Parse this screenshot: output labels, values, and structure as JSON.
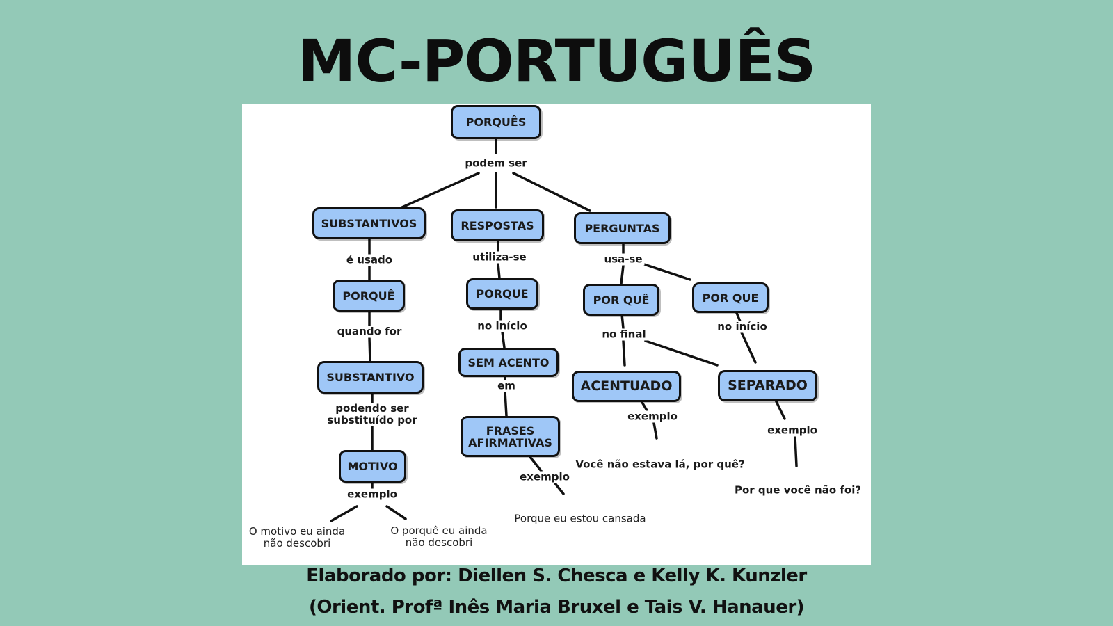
{
  "title": "MC-PORTUGUÊS",
  "nodes": {
    "porques": "PORQUÊS",
    "substantivos": "SUBSTANTIVOS",
    "respostas": "RESPOSTAS",
    "perguntas": "PERGUNTAS",
    "porque_acento": "PORQUÊ",
    "porque": "PORQUE",
    "por_que_acento": "POR QUÊ",
    "por_que": "POR QUE",
    "substantivo": "SUBSTANTIVO",
    "sem_acento": "SEM ACENTO",
    "acentuado": "ACENTUADO",
    "separado": "SEPARADO",
    "motivo": "MOTIVO",
    "frases_afirmativas": "FRASES AFIRMATIVAS"
  },
  "links": {
    "podem_ser": "podem ser",
    "e_usado": "é usado",
    "utiliza_se": "utiliza-se",
    "usa_se": "usa-se",
    "quando_for": "quando for",
    "no_inicio_1": "no início",
    "no_final": "no final",
    "no_inicio_2": "no início",
    "podendo_ser": "podendo ser substituído por",
    "em": "em",
    "exemplo_1": "exemplo",
    "exemplo_2": "exemplo",
    "exemplo_3": "exemplo",
    "exemplo_4": "exemplo"
  },
  "examples": {
    "motivo_1": "O motivo eu ainda não descobri",
    "motivo_2": "O porquê eu ainda não descobri",
    "cansada": "Porque eu estou cansada",
    "estava": "Você não estava lá, por quê?",
    "foi": "Por que você não foi?"
  },
  "credits": {
    "line1": "Elaborado por: Diellen S. Chesca e Kelly K. Kunzler",
    "line2": "(Orient. Profª Inês Maria Bruxel e Tais V.  Hanauer)"
  },
  "colors": {
    "background": "#93c9b7",
    "node_fill": "#9fc7f7",
    "node_border": "#111111"
  }
}
